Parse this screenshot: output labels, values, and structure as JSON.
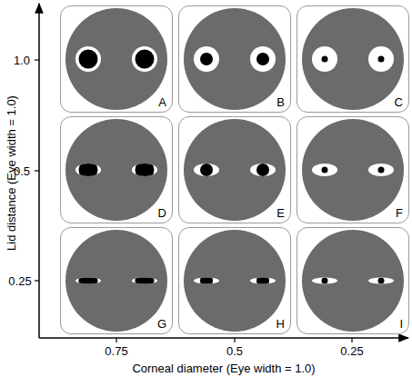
{
  "diagram": {
    "nodes": [
      {
        "text": [
          "A"
        ]
      },
      {
        "text": [
          "B"
        ]
      },
      {
        "text": [
          "C"
        ]
      },
      {
        "text": [
          "D"
        ]
      },
      {
        "text": [
          "E"
        ]
      },
      {
        "text": [
          "F"
        ]
      },
      {
        "text": [
          "G"
        ]
      },
      {
        "text": [
          "H"
        ]
      },
      {
        "text": [
          "I"
        ]
      }
    ],
    "labels": [
      "1.0",
      "0.5",
      "0.25",
      "Lid distance (Eye width = 1.0)",
      "0.75",
      "0.5",
      "0.25",
      "Corneal diameter (Eye width = 1.0)"
    ]
  }
}
